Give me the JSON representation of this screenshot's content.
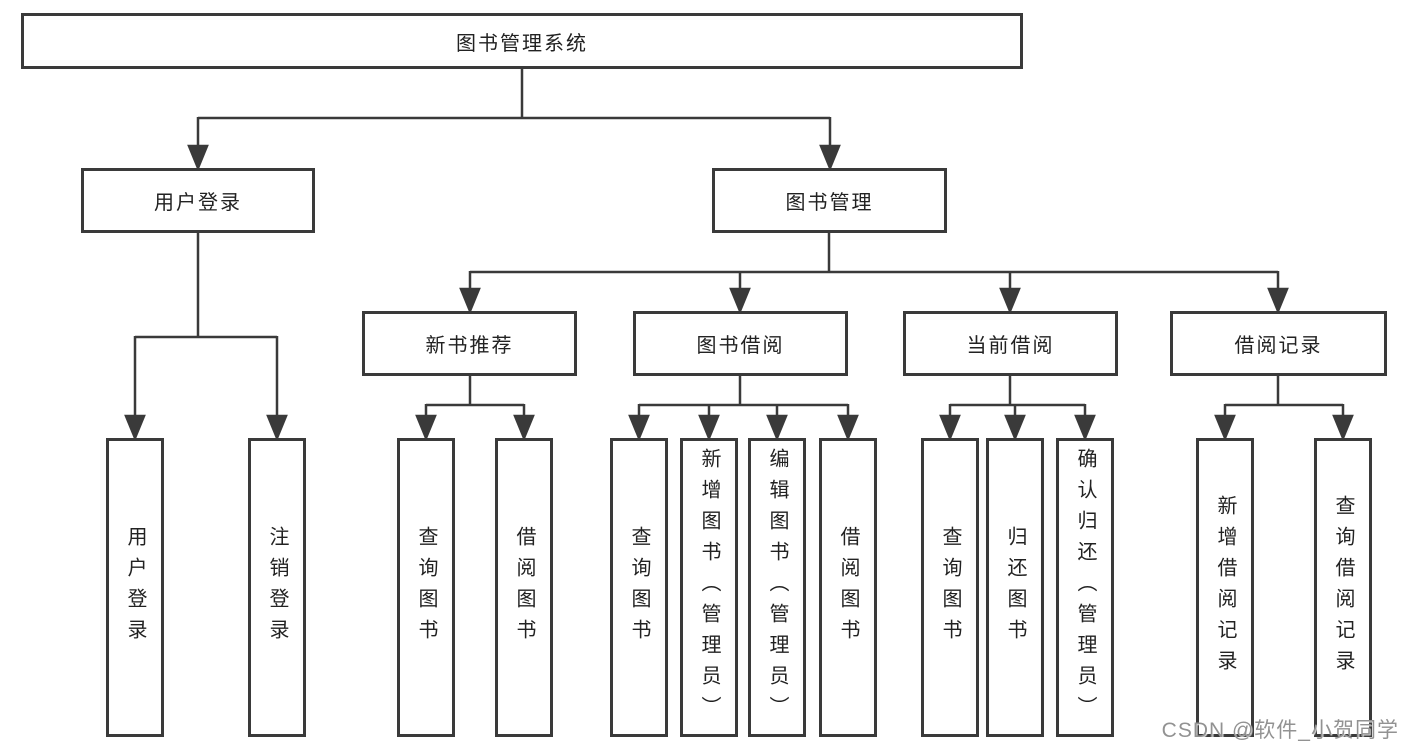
{
  "tree": {
    "root": {
      "label": "图书管理系统"
    },
    "branches": [
      {
        "label": "用户登录",
        "children": [
          {
            "label": "用户登录"
          },
          {
            "label": "注销登录"
          }
        ]
      },
      {
        "label": "图书管理",
        "children": [
          {
            "label": "新书推荐",
            "children": [
              {
                "label": "查询图书"
              },
              {
                "label": "借阅图书"
              }
            ]
          },
          {
            "label": "图书借阅",
            "children": [
              {
                "label": "查询图书"
              },
              {
                "label": "新增图书（管理员）"
              },
              {
                "label": "编辑图书（管理员）"
              },
              {
                "label": "借阅图书"
              }
            ]
          },
          {
            "label": "当前借阅",
            "children": [
              {
                "label": "查询图书"
              },
              {
                "label": "归还图书"
              },
              {
                "label": "确认归还（管理员）"
              }
            ]
          },
          {
            "label": "借阅记录",
            "children": [
              {
                "label": "新增借阅记录"
              },
              {
                "label": "查询借阅记录"
              }
            ]
          }
        ]
      }
    ]
  },
  "watermark": {
    "text": "CSDN @软件_小贺同学"
  },
  "colors": {
    "line": "#3a3a3a",
    "box_border": "#3a3a3a",
    "box_background": "#ffffff",
    "text": "#222222",
    "watermark": "#929292",
    "page_background": "#ffffff"
  }
}
